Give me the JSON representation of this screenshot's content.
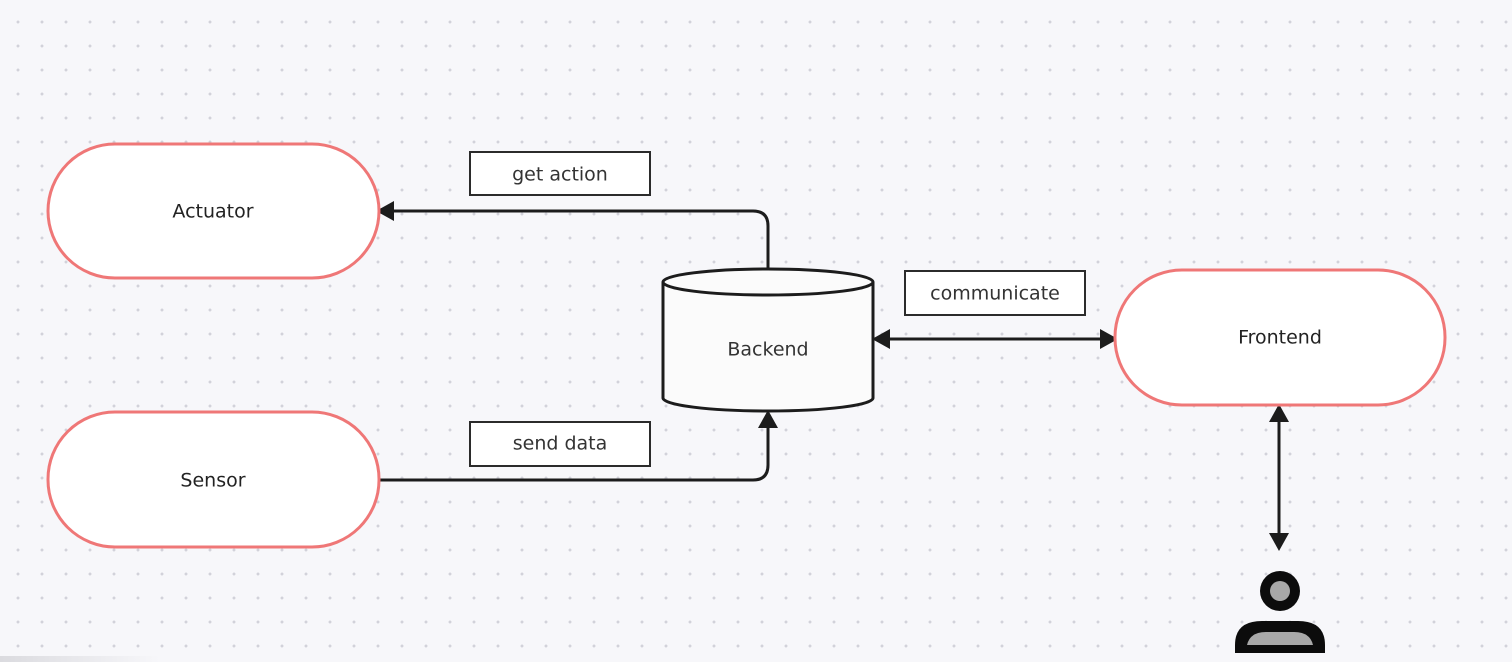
{
  "diagram": {
    "nodes": {
      "actuator": "Actuator",
      "sensor": "Sensor",
      "backend": "Backend",
      "frontend": "Frontend"
    },
    "edge_labels": {
      "get_action": "get action",
      "send_data": "send data",
      "communicate": "communicate"
    },
    "icons": {
      "user": "user-icon"
    },
    "colors": {
      "node_border": "#ef7777",
      "edge": "#1c1c1c",
      "background": "#f7f7fa"
    }
  }
}
